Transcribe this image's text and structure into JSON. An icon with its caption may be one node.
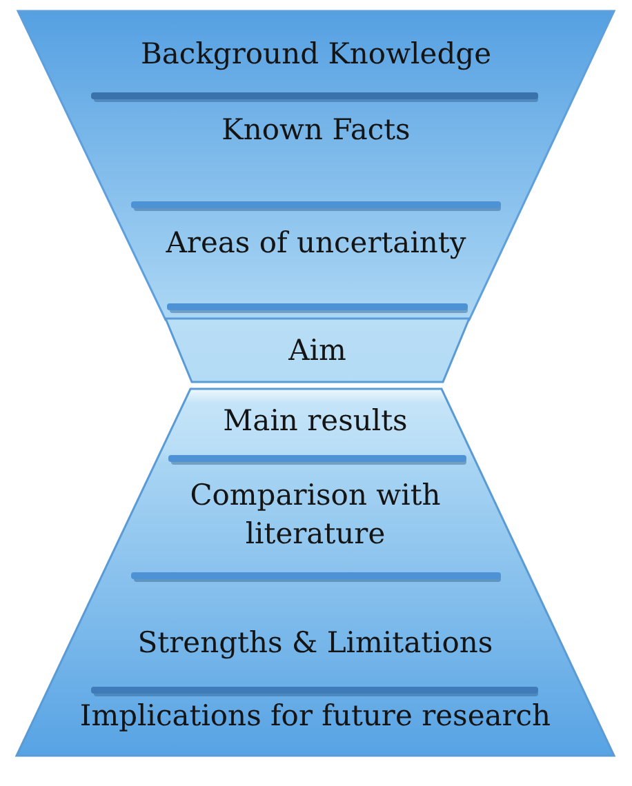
{
  "diagram": {
    "nodes": [
      {
        "text": [],
        "shape": "trapezoid"
      },
      {
        "text": [
          "Background Knowledge"
        ],
        "in": 0
      },
      {
        "text": [
          "Known Facts"
        ],
        "in": 0
      },
      {
        "text": [
          "Areas of uncertainty"
        ],
        "in": 0
      },
      {
        "text": [
          "Aim"
        ]
      },
      {
        "text": [],
        "shape": "trapezoid"
      },
      {
        "text": [
          "Main results"
        ],
        "in": 5
      },
      {
        "text": [
          "Comparison with literature"
        ],
        "in": 5
      },
      {
        "text": [
          "Strengths & Limitations"
        ],
        "in": 5
      },
      {
        "text": [
          "Implications for future research"
        ],
        "in": 5
      }
    ]
  }
}
